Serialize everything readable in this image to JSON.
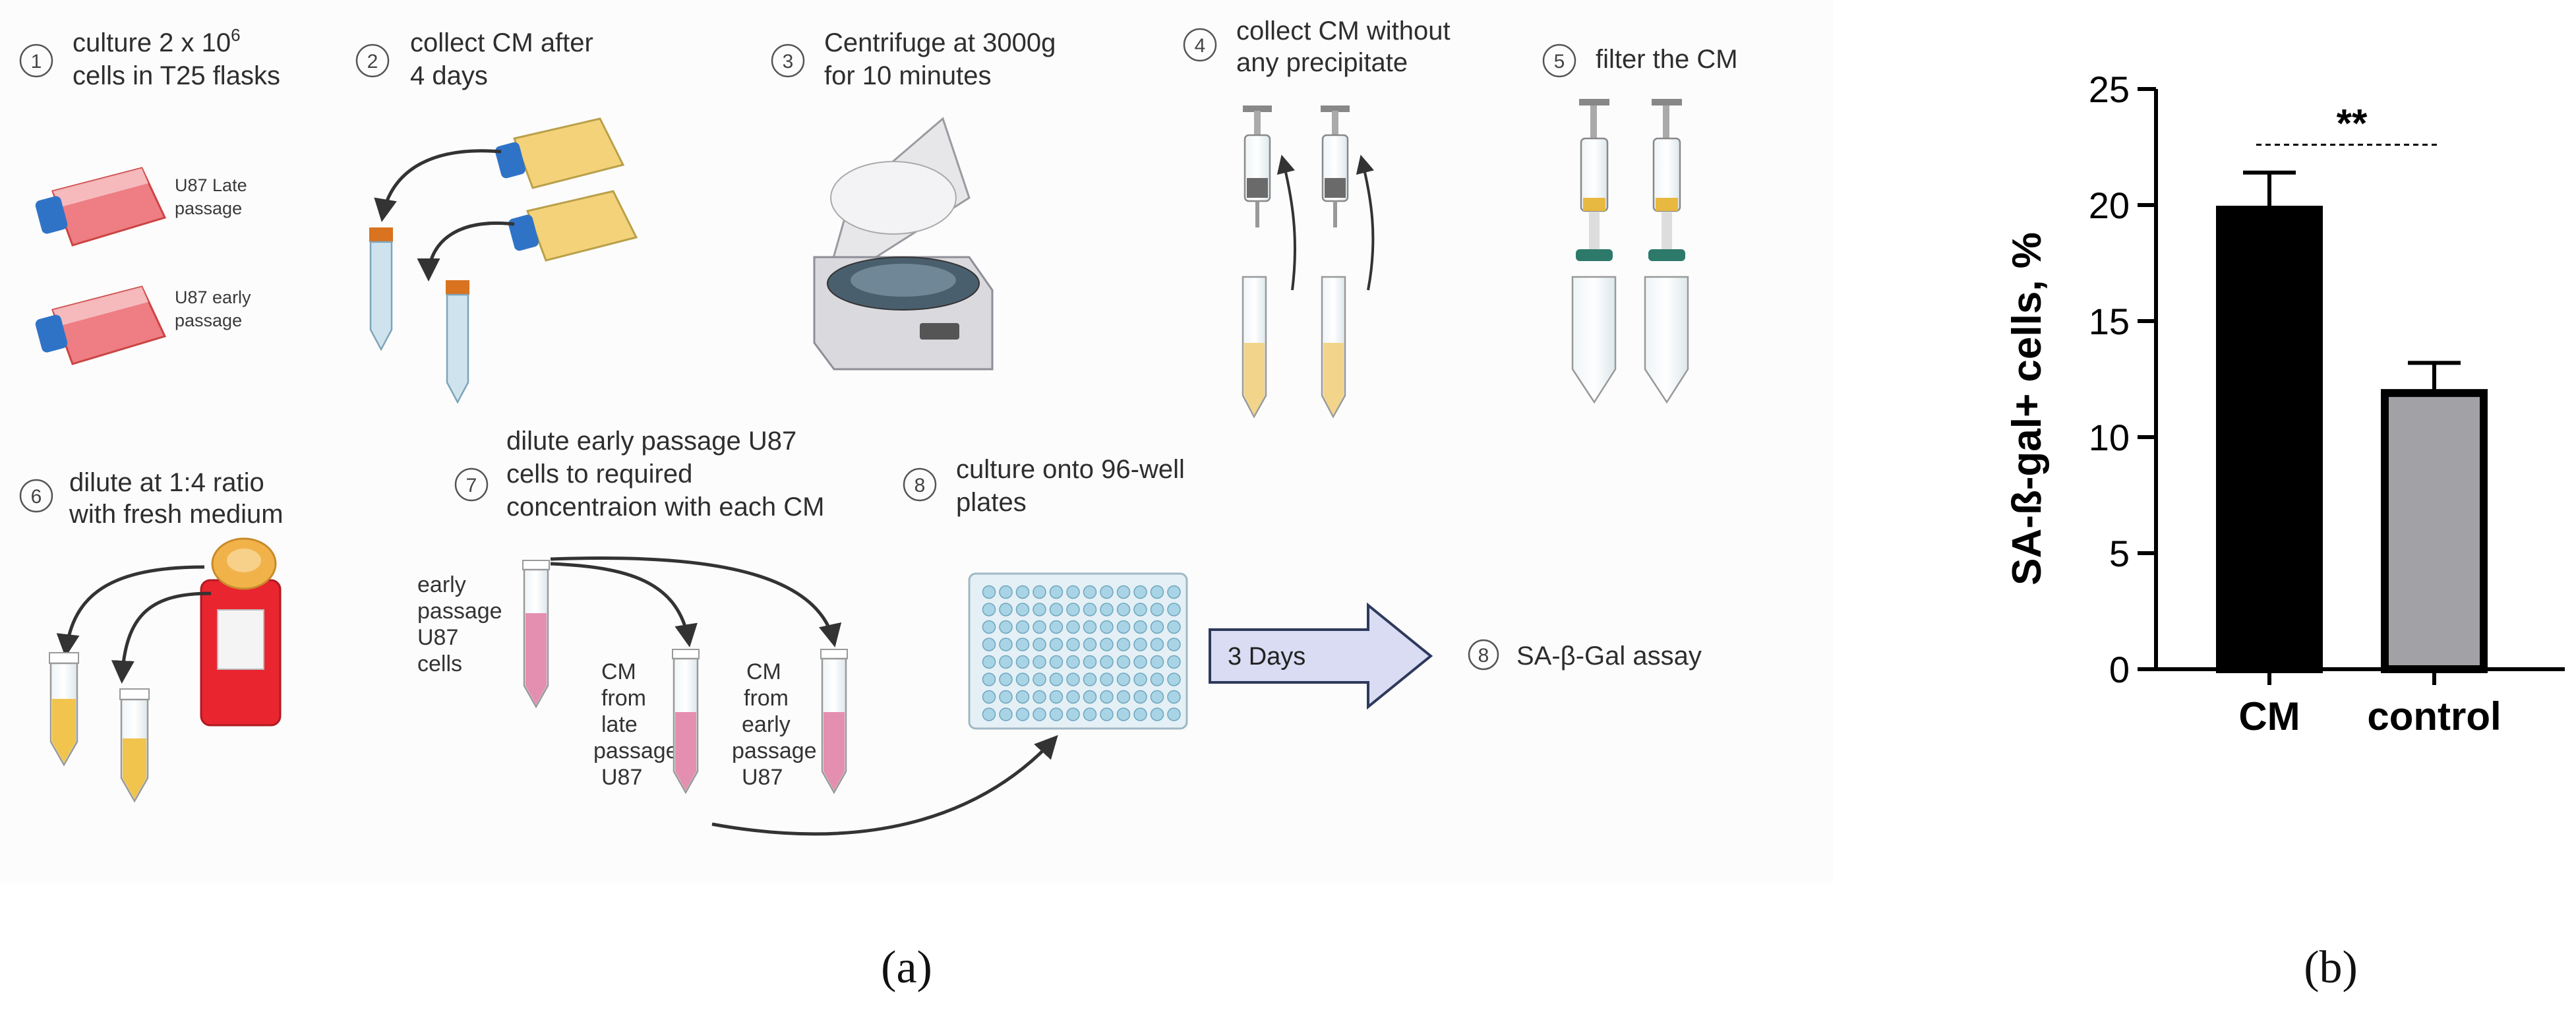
{
  "steps": {
    "s1": {
      "num": "1",
      "line1": "culture 2 x 10",
      "sup": "6",
      "line2": "cells in T25 flasks"
    },
    "s2": {
      "num": "2",
      "line1": "collect CM after",
      "line2": "4 days"
    },
    "s3": {
      "num": "3",
      "line1": "Centrifuge at 3000g",
      "line2": "for 10 minutes"
    },
    "s4": {
      "num": "4",
      "line1": "collect CM without",
      "line2": "any precipitate"
    },
    "s5": {
      "num": "5",
      "line1": "filter the CM"
    },
    "s6": {
      "num": "6",
      "line1": "dilute at 1:4 ratio",
      "line2": "with fresh medium"
    },
    "s7": {
      "num": "7",
      "line1": "dilute early passage U87",
      "line2": "cells to required",
      "line3": "concentraion with each CM"
    },
    "s8": {
      "num": "8",
      "line1": "culture onto 96-well",
      "line2": "plates"
    },
    "s9": {
      "num": "8",
      "line1": "SA-β-Gal assay"
    }
  },
  "flask_labels": {
    "late_1": "U87 Late",
    "late_2": "passage",
    "early_1": "U87 early",
    "early_2": "passage"
  },
  "tube_labels": {
    "early": [
      "early",
      "passage",
      "U87",
      "cells"
    ],
    "cm_late": [
      "CM",
      "from",
      "late",
      "passage",
      "U87"
    ],
    "cm_early": [
      "CM",
      "from",
      "early",
      "passage",
      "U87"
    ]
  },
  "arrow_label": "3 Days",
  "panel_labels": {
    "a": "(a)",
    "b": "(b)"
  },
  "colors": {
    "cm_bar": "#000000",
    "control_bar": "#a2a2a6",
    "medium_yellow": "#f2cf6b",
    "medium_red": "#e8737a",
    "plate_blue": "#a9d4e6",
    "arrow_fill": "#d9dcf2"
  },
  "chart_data": {
    "type": "bar",
    "categories": [
      "CM",
      "control"
    ],
    "values": [
      19.8,
      11.9
    ],
    "errors": [
      1.6,
      1.3
    ],
    "ylabel": "SA-ß-gal+ cells, %",
    "ylim": [
      0,
      25
    ],
    "yticks": [
      "0",
      "5",
      "10",
      "15",
      "20",
      "25"
    ],
    "significance": "**",
    "grid": false
  }
}
